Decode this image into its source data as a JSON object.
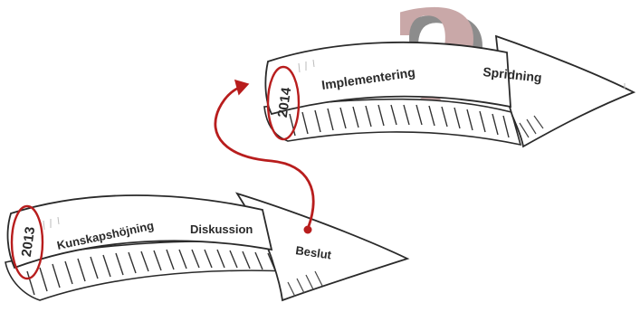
{
  "arrow_2013": {
    "year": "2013",
    "stages": [
      "Kunskapshöjning",
      "Diskussion",
      "Beslut"
    ]
  },
  "arrow_2014": {
    "year": "2014",
    "stages": [
      "Implementering",
      "Spridning"
    ]
  },
  "question_mark": "?",
  "colors": {
    "accent_red": "#b81d1d",
    "question_mark": "#c9a8a8",
    "question_mark_shadow": "#8c8c8c",
    "ink": "#2a2a2a"
  }
}
